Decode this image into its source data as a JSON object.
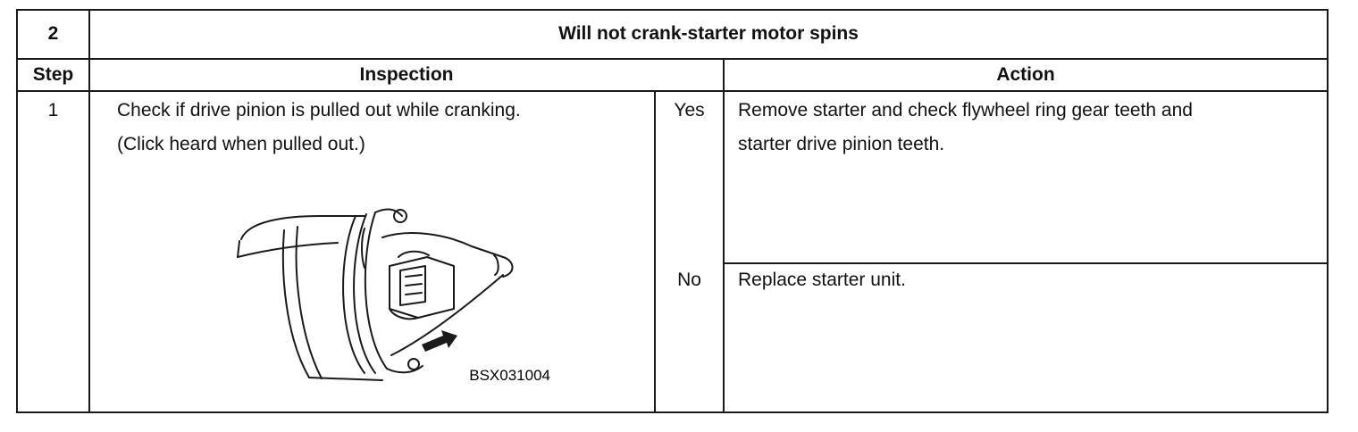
{
  "header": {
    "number": "2",
    "title": "Will not crank-starter motor spins"
  },
  "columns": {
    "step": "Step",
    "inspection": "Inspection",
    "action": "Action"
  },
  "rows": [
    {
      "step": "1",
      "inspection_line1": "Check if drive pinion is pulled out while cranking.",
      "inspection_line2": "(Click heard when pulled out.)",
      "figure_id": "BSX031004",
      "outcomes": [
        {
          "answer": "Yes",
          "action_line1": "Remove starter and check flywheel ring gear teeth and",
          "action_line2": "starter drive pinion teeth."
        },
        {
          "answer": "No",
          "action_line1": "Replace starter unit."
        }
      ]
    }
  ]
}
